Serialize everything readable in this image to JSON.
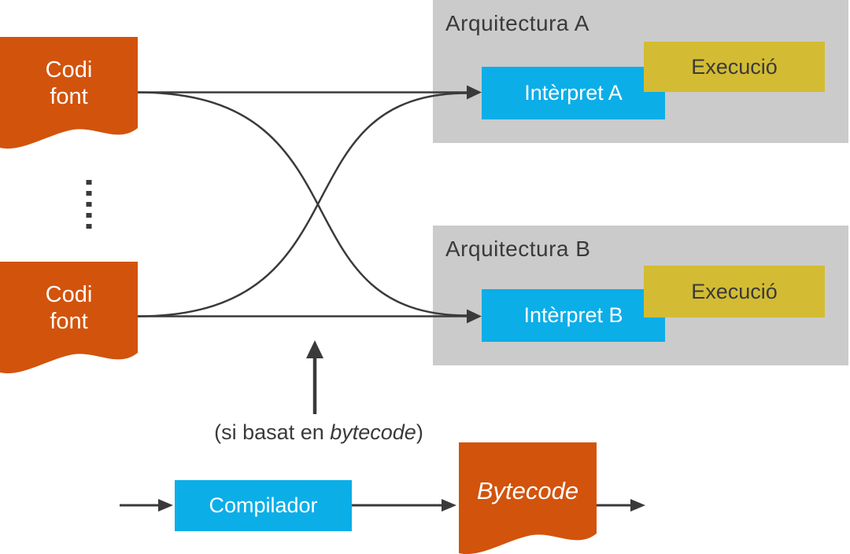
{
  "colors": {
    "orange": "#D2530C",
    "blue": "#0CAEE8",
    "yellow": "#D3BC33",
    "gray": "#CBCBCB",
    "line": "#3A3A3A",
    "white_text": "#FFFFFF"
  },
  "sources": {
    "top": {
      "line1": "Codi",
      "line2": "font"
    },
    "bottom": {
      "line1": "Codi",
      "line2": "font"
    }
  },
  "architectures": {
    "a": {
      "title": "Arquitectura A",
      "interpreter": "Intèrpret A",
      "execution": "Execució"
    },
    "b": {
      "title": "Arquitectura B",
      "interpreter": "Intèrpret B",
      "execution": "Execució"
    }
  },
  "bytecode_note": {
    "prefix": "(si basat en ",
    "italic_word": "bytecode",
    "suffix": ")"
  },
  "pipeline": {
    "compiler": "Compilador",
    "bytecode": "Bytecode"
  }
}
